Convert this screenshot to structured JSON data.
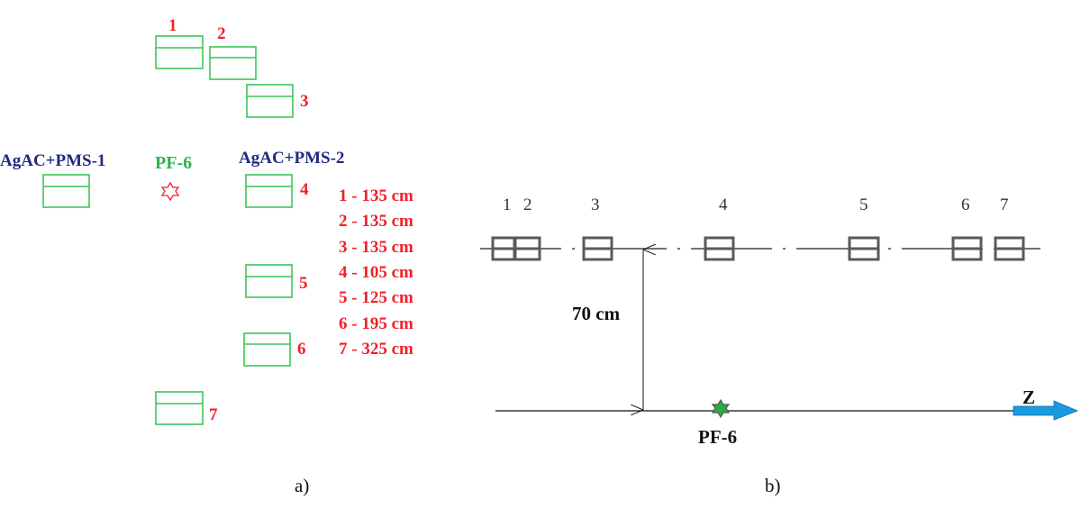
{
  "panel_a": {
    "detector_labels": [
      "1",
      "2",
      "3",
      "4",
      "5",
      "6",
      "7"
    ],
    "group_left": "AgAC+PMS-1",
    "group_right": "AgAC+PMS-2",
    "source": "PF-6",
    "distances": [
      "1 - 135 cm",
      "2 - 135 cm",
      "3 - 135 cm",
      "4 - 105 cm",
      "5 - 125 cm",
      "6 - 195 cm",
      "7 - 325 cm"
    ],
    "caption": "a)"
  },
  "panel_b": {
    "detector_labels": [
      "1",
      "2",
      "3",
      "4",
      "5",
      "6",
      "7"
    ],
    "distance": "70 cm",
    "axis": "Z",
    "source": "PF-6",
    "caption": "b)"
  },
  "colors": {
    "red": "#f0202a",
    "navy": "#1e2a80",
    "green": "#2fb34a",
    "arrow": "#1a9be0"
  }
}
